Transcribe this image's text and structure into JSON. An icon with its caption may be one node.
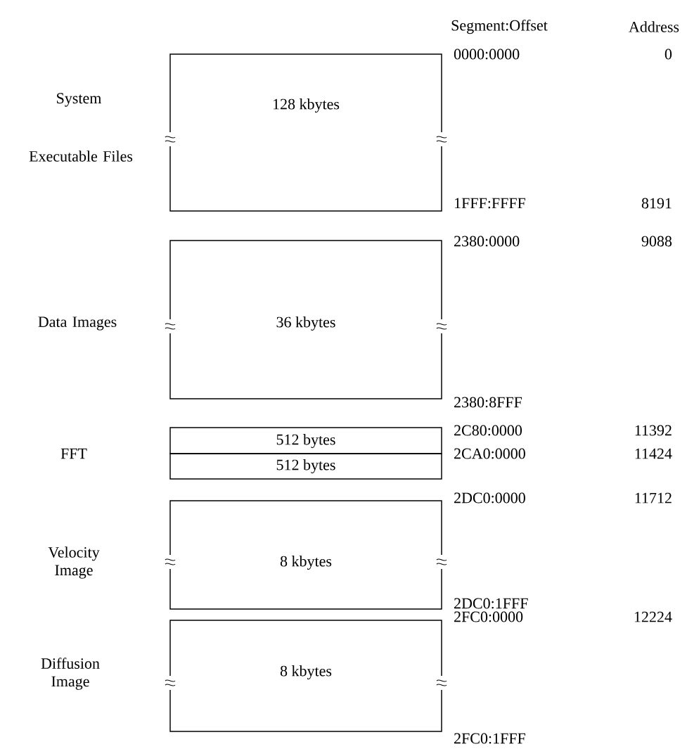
{
  "diagram": {
    "nodes": [
      {
        "text": [
          "128 kbytes"
        ]
      },
      {
        "text": [
          "36 kbytes"
        ]
      },
      {
        "text": [
          "512 bytes"
        ]
      },
      {
        "text": [
          "512 bytes"
        ]
      },
      {
        "text": [
          "8 kbytes"
        ]
      },
      {
        "text": [
          "8 kbytes"
        ]
      }
    ],
    "labels": [
      "Segment:Offset",
      "Address",
      "0000:0000",
      "0",
      "System",
      "Executable Files",
      "1FFF:FFFF",
      "8191",
      "2380:0000",
      "9088",
      "Data Images",
      "2380:8FFF",
      "2C80:0000",
      "11392",
      "FFT",
      "2CA0:0000",
      "11424",
      "2DC0:0000",
      "11712",
      "Velocity Image",
      "2DC0:1FFF",
      "2FC0:0000",
      "12224",
      "Diffusion Image",
      "2FC0:1FFF"
    ]
  }
}
